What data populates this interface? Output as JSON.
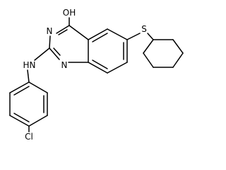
{
  "molecule": {
    "atoms": {
      "oh": "OH",
      "n3": "N",
      "n1": "N",
      "s": "S",
      "nh_n": "N",
      "nh_h": "H",
      "cl": "Cl"
    },
    "colors": {
      "bond": "#000000",
      "text": "#000000",
      "background": "#ffffff"
    }
  }
}
